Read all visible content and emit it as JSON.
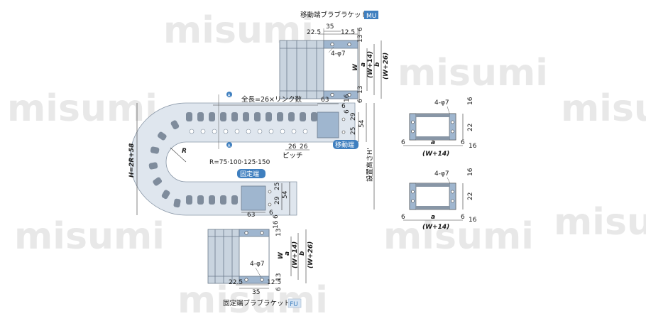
{
  "watermark": "misumi",
  "colors": {
    "chain_fill": "#c9d4df",
    "chain_dark": "#8896a6",
    "bracket_fill": "#9fb6cf",
    "accent": "#3f7fbf",
    "tag_bg": "#d6e4f3"
  },
  "top_bracket": {
    "title": "移動端ブラブラケット",
    "tag": "MU",
    "dims": {
      "d35": "35",
      "d22_5": "22.5",
      "d12_5": "12.5",
      "d6a": "6",
      "d6b": "6",
      "d13a": "13",
      "d13b": "13",
      "d6c": "6",
      "hole": "4-φ7"
    },
    "labels": {
      "W": "W",
      "a": "a",
      "b": "b",
      "W14": "(W+14)",
      "W26": "(W+26)"
    }
  },
  "bottom_bracket": {
    "title": "固定端ブラブラケット",
    "tag": "FU",
    "dims": {
      "d35": "35",
      "d22_5": "22.5",
      "d12_5": "12.5",
      "d6a": "6",
      "d13a": "13",
      "d13b": "13",
      "d6c": "6",
      "hole": "4-φ7"
    },
    "labels": {
      "W": "W",
      "a": "a",
      "b": "b",
      "W14": "(W+14)",
      "W26": "(W+26)"
    }
  },
  "chain": {
    "total_length": "全長=26×リンク数",
    "pitch": "ピッチ",
    "p26a": "26",
    "p26b": "26",
    "radius_label": "R",
    "radius_values": "R=75·100·125·150",
    "height_label": "H=2R+58",
    "install_height": "設置高さH'",
    "moving_end": "移動端",
    "fixed_end": "固定端",
    "section_mark": "A",
    "top_dims": {
      "d63": "63",
      "d6a": "6",
      "d16": "16",
      "d6b": "6",
      "d29": "29",
      "d25": "25",
      "d54": "54"
    },
    "bottom_dims": {
      "d25": "25",
      "d29": "29",
      "d54": "54",
      "d63": "63",
      "d6a": "6",
      "d6b": "6",
      "d16": "16"
    }
  },
  "section_views": [
    {
      "hole": "4-φ7",
      "d16": "16",
      "d22": "22",
      "d6l": "6",
      "d6r": "6",
      "d16b": "16",
      "a": "a",
      "w14": "(W+14)"
    },
    {
      "hole": "4-φ7",
      "d16": "16",
      "d22": "22",
      "d6l": "6",
      "d6r": "6",
      "d16b": "16",
      "a": "a",
      "w14": "(W+14)"
    }
  ]
}
